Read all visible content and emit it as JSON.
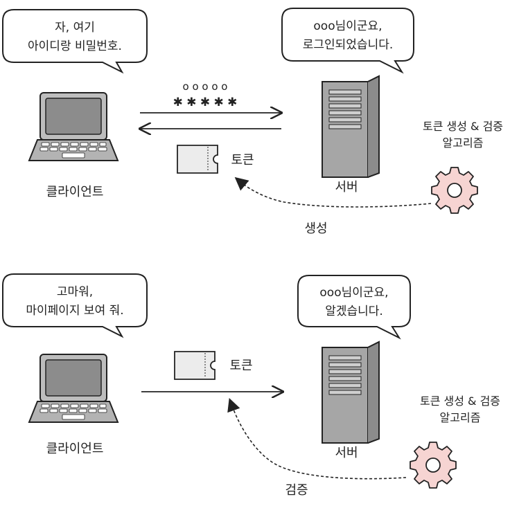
{
  "top": {
    "client_bubble": [
      "자, 여기",
      "아이디랑 비밀번호."
    ],
    "server_bubble": [
      "ooo님이군요,",
      "로그인되었습니다."
    ],
    "password_dots": "o o o o o",
    "password_stars": "✱ ✱ ✱ ✱ ✱",
    "token_label": "토큰",
    "client_label": "클라이언트",
    "server_label": "서버",
    "algo_label": [
      "토큰 생성 & 검증",
      "알고리즘"
    ],
    "arrow_label": "생성"
  },
  "bottom": {
    "client_bubble": [
      "고마워,",
      "마이페이지 보여 줘."
    ],
    "server_bubble": [
      "ooo님이군요,",
      "알겠습니다."
    ],
    "token_label": "토큰",
    "client_label": "클라이언트",
    "server_label": "서버",
    "algo_label": [
      "토큰 생성 & 검증",
      "알고리즘"
    ],
    "arrow_label": "검증"
  },
  "colors": {
    "gear": "#f6d4d2",
    "ink": "#222222",
    "screen": "#8c8c8c",
    "body": "#b3b3b3",
    "token": "#ececec"
  }
}
